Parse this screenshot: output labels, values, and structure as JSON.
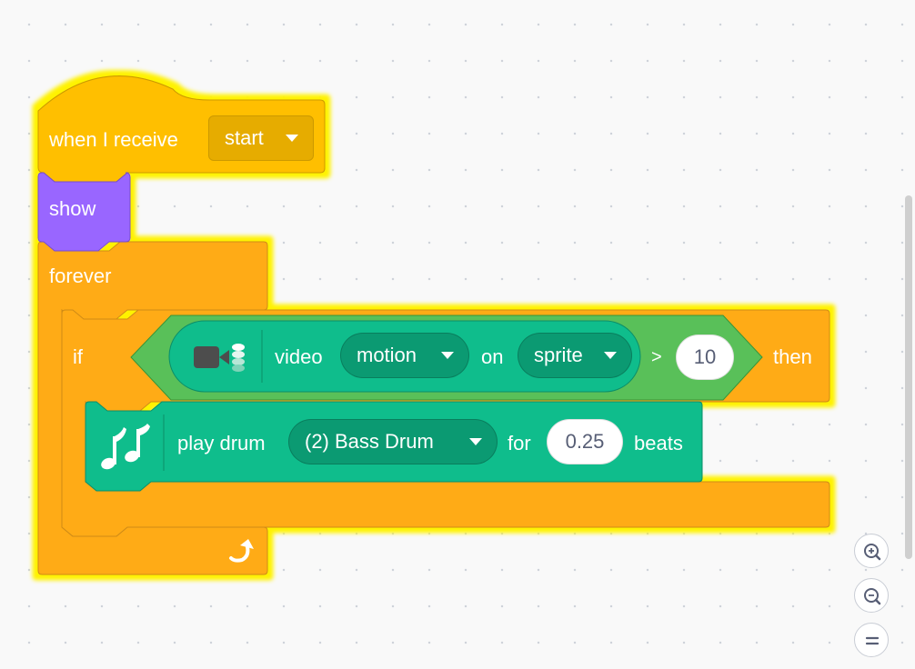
{
  "hat_block": {
    "label": "when I receive",
    "message_dropdown": "start"
  },
  "looks_block": {
    "label": "show"
  },
  "forever_block": {
    "label": "forever"
  },
  "if_block": {
    "label_if": "if",
    "label_then": "then",
    "condition": {
      "operator": ">",
      "value": "10",
      "reporter": {
        "label_video": "video",
        "attribute_dropdown": "motion",
        "label_on": "on",
        "target_dropdown": "sprite"
      }
    }
  },
  "drum_block": {
    "label_play": "play drum",
    "drum_dropdown": "(2) Bass Drum",
    "label_for": "for",
    "beats_value": "0.25",
    "label_beats": "beats"
  },
  "icons": {
    "video_sensing": "camera-icon",
    "music": "music-notes-icon",
    "loop": "loop-arrow-icon",
    "zoom_in": "zoom-in-icon",
    "zoom_out": "zoom-out-icon",
    "zoom_reset": "zoom-reset-icon"
  },
  "colors": {
    "events": "#ffbf00",
    "control": "#ffab19",
    "looks": "#9966ff",
    "operators": "#59c059",
    "extension": "#0fbd8c",
    "extension_field": "#0b9a72",
    "glow": "#fff200"
  }
}
